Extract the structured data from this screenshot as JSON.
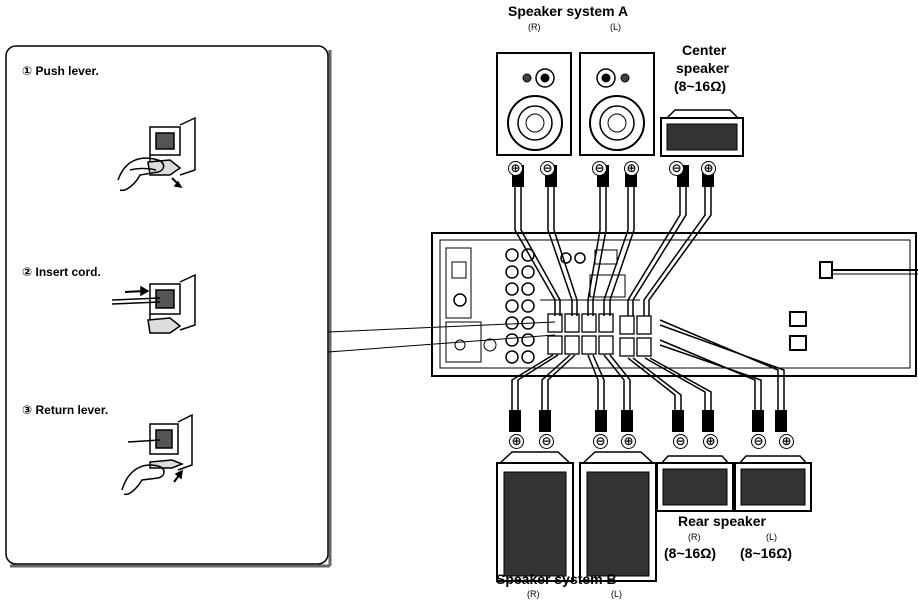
{
  "steps": {
    "push": "① Push lever.",
    "insert": "② Insert cord.",
    "return": "③ Return lever."
  },
  "speakers": {
    "a_title": "Speaker system A",
    "a_r": "(R)",
    "a_l": "(L)",
    "center_line1": "Center",
    "center_line2": "speaker",
    "center_imp": "(8~16Ω)",
    "b_title": "Speaker system B",
    "b_r": "(R)",
    "b_l": "(L)",
    "rear_title": "Rear speaker",
    "rear_r": "(R)",
    "rear_l": "(L)",
    "rear_imp_r": "(8~16Ω)",
    "rear_imp_l": "(8~16Ω)"
  },
  "polarity": {
    "plus": "⊕",
    "minus": "⊖"
  }
}
